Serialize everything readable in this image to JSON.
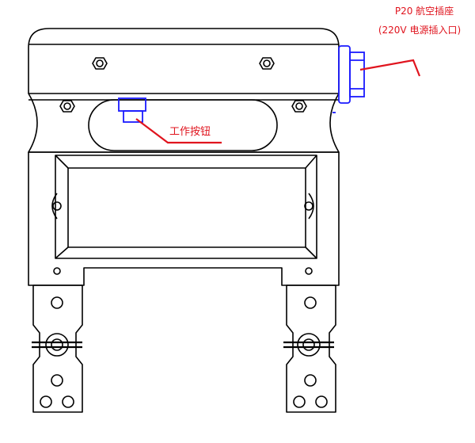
{
  "diagram": {
    "labels": {
      "connector_title": "P20 航空插座",
      "connector_sub": "(220V 电源插入口)",
      "button": "工作按钮"
    },
    "colors": {
      "line": "#000000",
      "accent": "#1a1aff",
      "label": "#e0141e"
    }
  }
}
